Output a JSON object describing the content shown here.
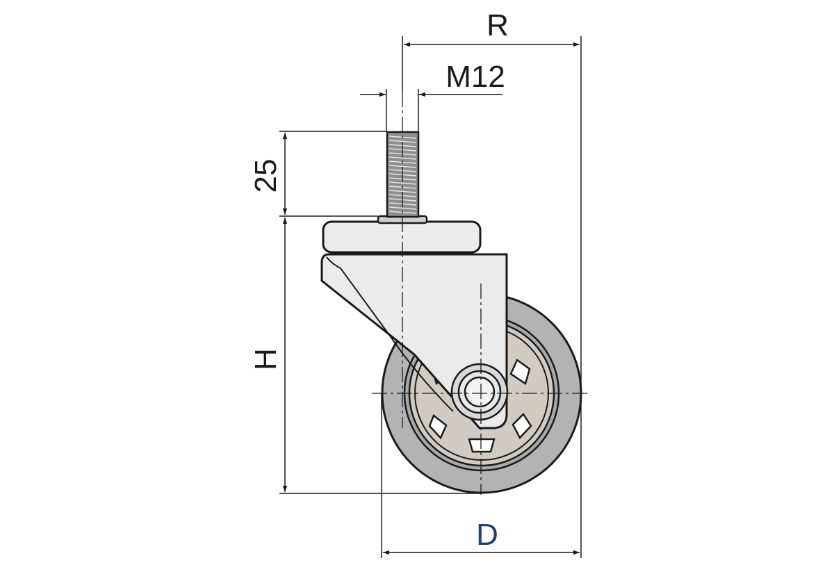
{
  "drawing": {
    "labels": {
      "R": "R",
      "M12": "M12",
      "stud_length": "25",
      "H": "H",
      "D": "D"
    },
    "colors": {
      "line": "#1a1a1a",
      "label_D": "#1f3f6e",
      "tread": "#b3b3b3",
      "tread_dark": "#9e9e9e",
      "hub": "#d2cbc3",
      "bracket": "#ebebeb",
      "stud": "#8f8f8f"
    }
  }
}
